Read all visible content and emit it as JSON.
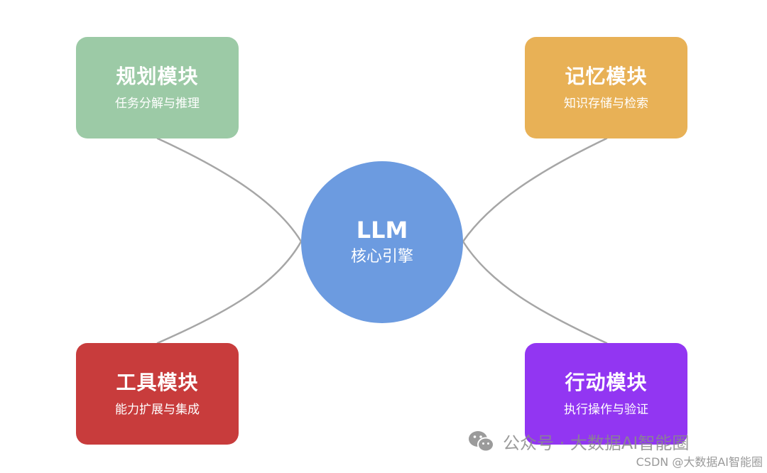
{
  "center": {
    "title": "LLM",
    "subtitle": "核心引擎",
    "color": "#6c9be0"
  },
  "modules": {
    "planning": {
      "title": "规划模块",
      "subtitle": "任务分解与推理",
      "color": "#9ccaa6"
    },
    "memory": {
      "title": "记忆模块",
      "subtitle": "知识存储与检索",
      "color": "#e8b156"
    },
    "tools": {
      "title": "工具模块",
      "subtitle": "能力扩展与集成",
      "color": "#c83c3c"
    },
    "action": {
      "title": "行动模块",
      "subtitle": "执行操作与验证",
      "color": "#9236f2"
    }
  },
  "connector_color": "#a6a6a6",
  "watermark": {
    "text": "公众号 · 大数据AI智能圈",
    "icon": "wechat-icon"
  },
  "credit": "CSDN @大数据AI智能圈"
}
